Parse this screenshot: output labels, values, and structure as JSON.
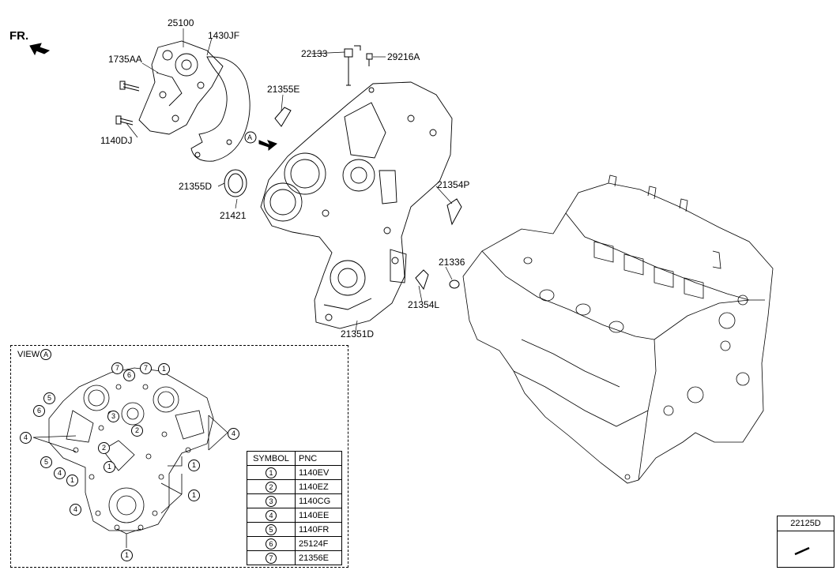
{
  "orientation": {
    "label": "FR."
  },
  "part_labels": {
    "p25100": "25100",
    "p1430": "1430JF",
    "p1735": "1735AA",
    "p1140dj": "1140DJ",
    "p22133": "22133",
    "p29216": "29216A",
    "p21355e": "21355E",
    "p21355d": "21355D",
    "p21421": "21421",
    "p21354p": "21354P",
    "p21336": "21336",
    "p21354l": "21354L",
    "p21351d": "21351D",
    "view_marker": "A"
  },
  "view_section": {
    "title": "VIEW",
    "marker": "A",
    "callout_numbers": [
      "7",
      "7",
      "1",
      "6",
      "5",
      "6",
      "3",
      "2",
      "4",
      "4",
      "2",
      "5",
      "1",
      "4",
      "1",
      "4",
      "1",
      "1",
      "1"
    ]
  },
  "symbol_table": {
    "headers": [
      "SYMBOL",
      "PNC"
    ],
    "rows": [
      {
        "symbol": "1",
        "pnc": "1140EV"
      },
      {
        "symbol": "2",
        "pnc": "1140EZ"
      },
      {
        "symbol": "3",
        "pnc": "1140CG"
      },
      {
        "symbol": "4",
        "pnc": "1140EE"
      },
      {
        "symbol": "5",
        "pnc": "1140FR"
      },
      {
        "symbol": "6",
        "pnc": "25124F"
      },
      {
        "symbol": "7",
        "pnc": "21356E"
      }
    ]
  },
  "inset": {
    "label": "22125D"
  },
  "colors": {
    "line": "#000000",
    "background": "#ffffff"
  }
}
